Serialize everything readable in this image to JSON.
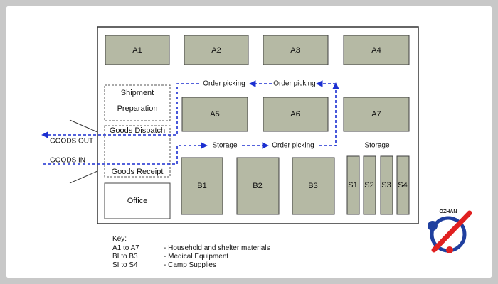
{
  "zones": {
    "A1": "A1",
    "A2": "A2",
    "A3": "A3",
    "A4": "A4",
    "A5": "A5",
    "A6": "A6",
    "A7": "A7",
    "B1": "B1",
    "B2": "B2",
    "B3": "B3",
    "S1": "S1",
    "S2": "S2",
    "S3": "S3",
    "S4": "S4"
  },
  "areas": {
    "shipment": "Shipment",
    "preparation": "Preparation",
    "goods_dispatch": "Goods Dispatch",
    "goods_receipt": "Goods Receipt",
    "office": "Office"
  },
  "flow_labels": {
    "order_picking_1": "Order picking",
    "order_picking_2": "Order picking",
    "order_picking_3": "Order picking",
    "storage_1": "Storage",
    "storage_2": "Storage"
  },
  "external": {
    "goods_out": "GOODS OUT",
    "goods_in": "GOODS IN"
  },
  "key": {
    "title": "Key:",
    "rows": [
      {
        "code": "A1 to A7",
        "desc": "- Household and shelter materials"
      },
      {
        "code": "BI to B3",
        "desc": "- Medical Equipment"
      },
      {
        "code": "SI to S4",
        "desc": "- Camp Supplies"
      }
    ]
  },
  "logo": {
    "text": "OZHAN"
  },
  "colors": {
    "zone_fill": "#b5b9a4",
    "flow": "#1b2fd1",
    "logo_red": "#e02020",
    "logo_blue": "#1f3f9f"
  }
}
